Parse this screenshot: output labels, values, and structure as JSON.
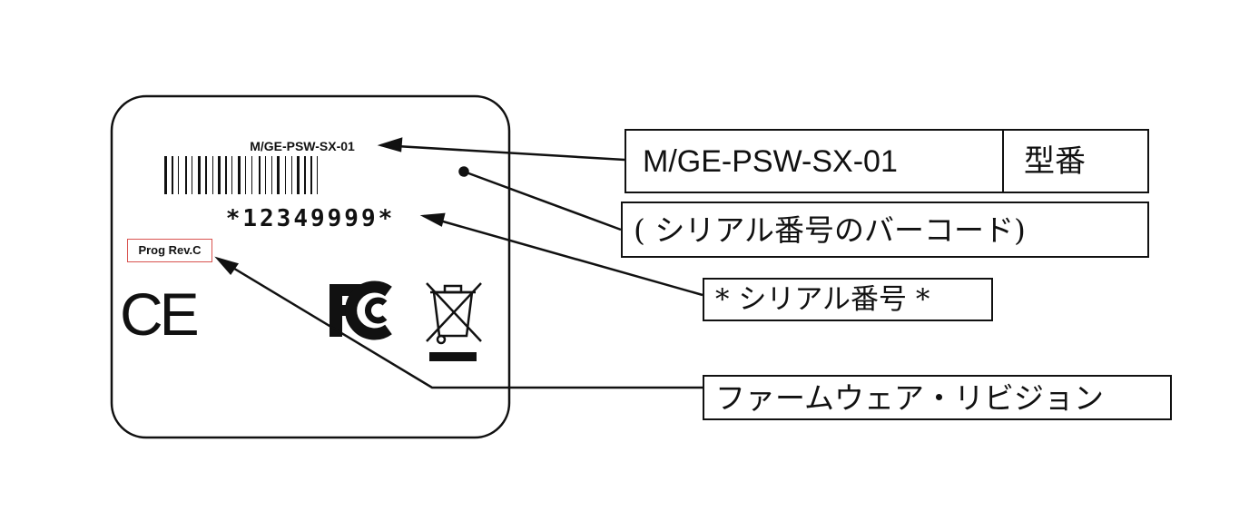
{
  "label": {
    "model": "M/GE-PSW-SX-01",
    "serial": "*12349999*",
    "prog_rev": "Prog Rev.C",
    "ce_mark": "CE",
    "fcc_mark": "FC"
  },
  "callouts": {
    "model_value": "M/GE-PSW-SX-01",
    "model_caption": "型番",
    "barcode_caption": "( シリアル番号のバーコード)",
    "serial_caption": "* シリアル番号 *",
    "firmware_caption": "ファームウェア・リビジョン"
  }
}
